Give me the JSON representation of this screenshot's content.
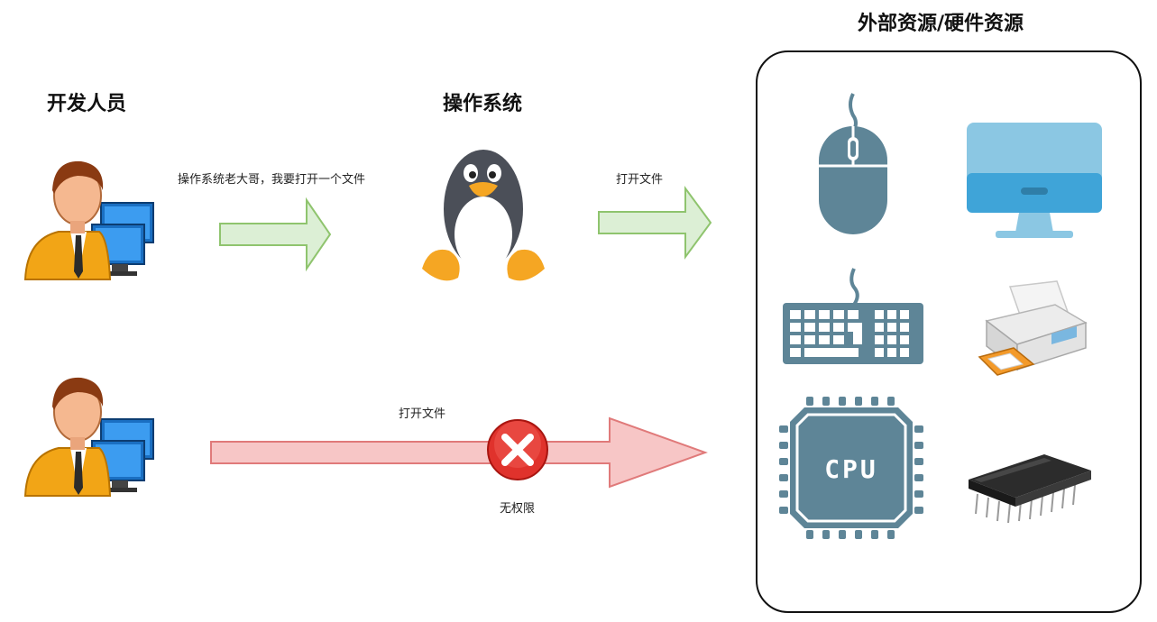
{
  "headings": {
    "developer": "开发人员",
    "os": "操作系统",
    "hardware": "外部资源/硬件资源"
  },
  "labels": {
    "request": "操作系统老大哥，我要打开一个文件",
    "open_file_os": "打开文件",
    "open_file_direct": "打开文件",
    "no_permission": "无权限",
    "cpu": "CPU"
  },
  "colors": {
    "allowed_arrow_fill": "#dcefd5",
    "allowed_arrow_stroke": "#8fc46e",
    "denied_arrow_fill": "#f7c6c6",
    "denied_arrow_stroke": "#e07a7a",
    "hardware_icon": "#5e8597",
    "deny_icon": "#e0322c"
  }
}
